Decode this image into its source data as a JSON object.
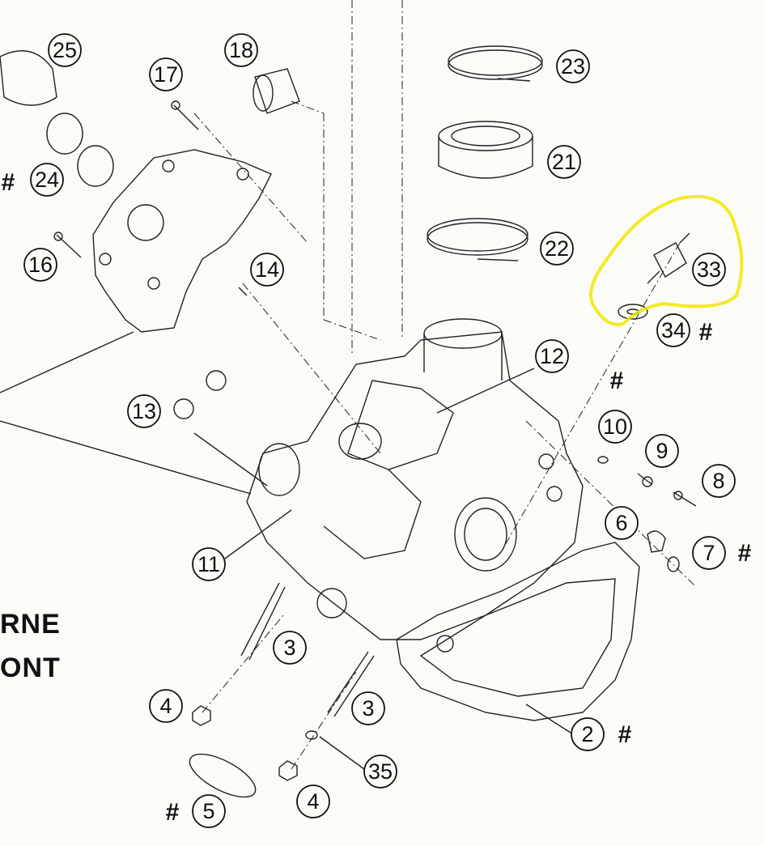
{
  "diagram": {
    "title_fragments": [
      "RNE",
      "ONT"
    ],
    "highlight_color": "#f2e600",
    "callouts": [
      {
        "id": "25",
        "hash": false
      },
      {
        "id": "17",
        "hash": false
      },
      {
        "id": "18",
        "hash": false
      },
      {
        "id": "23",
        "hash": false
      },
      {
        "id": "21",
        "hash": false
      },
      {
        "id": "24",
        "hash": true
      },
      {
        "id": "16",
        "hash": false
      },
      {
        "id": "14",
        "hash": false
      },
      {
        "id": "22",
        "hash": false
      },
      {
        "id": "33",
        "hash": false
      },
      {
        "id": "34",
        "hash": true
      },
      {
        "id": "12",
        "hash": false
      },
      {
        "id": "13",
        "hash": false
      },
      {
        "id": "10",
        "hash": true
      },
      {
        "id": "9",
        "hash": false
      },
      {
        "id": "8",
        "hash": false
      },
      {
        "id": "6",
        "hash": false
      },
      {
        "id": "7",
        "hash": true
      },
      {
        "id": "11",
        "hash": false
      },
      {
        "id": "3",
        "hash": false
      },
      {
        "id": "3",
        "hash": false
      },
      {
        "id": "4",
        "hash": false
      },
      {
        "id": "35",
        "hash": false
      },
      {
        "id": "4",
        "hash": false
      },
      {
        "id": "5",
        "hash": true
      },
      {
        "id": "2",
        "hash": true
      }
    ],
    "hash_symbol": "#"
  }
}
